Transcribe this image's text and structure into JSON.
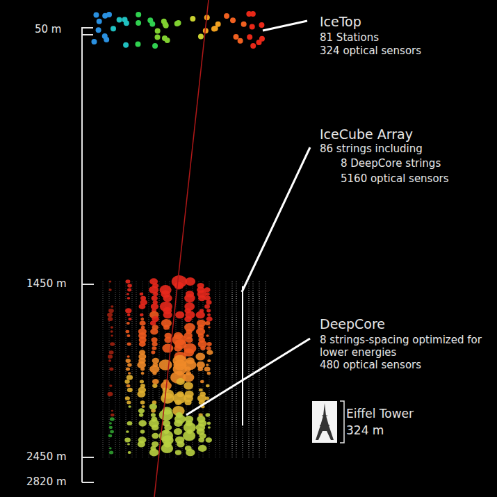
{
  "diagram": {
    "labels": [
      "50 m",
      "1450 m",
      "2450 m",
      "2820 m",
      "IceTop",
      "81 Stations",
      "324 optical sensors",
      "IceCube Array",
      "86 strings including",
      "8 DeepCore strings",
      "5160 optical sensors",
      "DeepCore",
      "8 strings-spacing optimized for lower energies",
      "480 optical sensors",
      "Eiffel Tower",
      "324 m"
    ]
  }
}
